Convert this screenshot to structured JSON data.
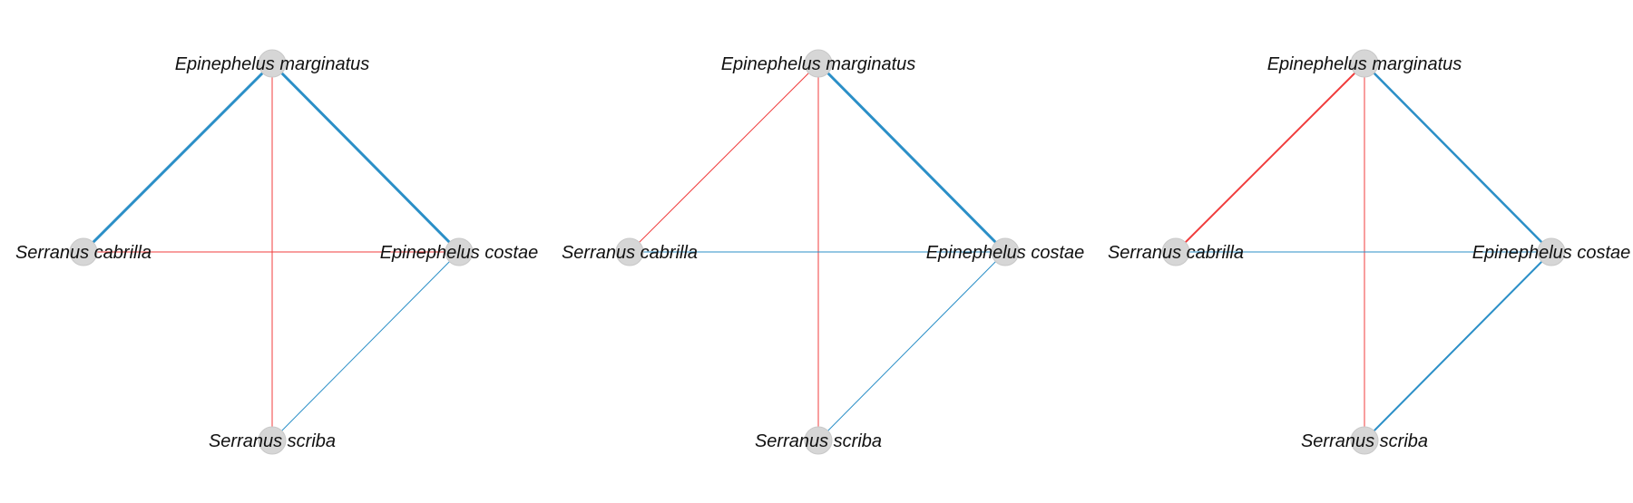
{
  "colors": {
    "positive": "#2b8fc7",
    "negative": "#f03c3c",
    "node_fill": "#d6d6d6",
    "background": "#ffffff"
  },
  "panels": [
    {
      "nodes": [
        {
          "id": "marg",
          "label": "Epinephelus marginatus"
        },
        {
          "id": "cabr",
          "label": "Serranus cabrilla"
        },
        {
          "id": "cost",
          "label": "Epinephelus costae"
        },
        {
          "id": "scri",
          "label": "Serranus scriba"
        }
      ],
      "edges": [
        {
          "source": "marg",
          "target": "cabr",
          "sign": "positive",
          "strength": 3
        },
        {
          "source": "marg",
          "target": "cost",
          "sign": "positive",
          "strength": 3
        },
        {
          "source": "marg",
          "target": "scri",
          "sign": "negative",
          "strength": 1
        },
        {
          "source": "cabr",
          "target": "cost",
          "sign": "negative",
          "strength": 1
        },
        {
          "source": "cost",
          "target": "scri",
          "sign": "positive",
          "strength": 1
        }
      ]
    },
    {
      "nodes": [
        {
          "id": "marg",
          "label": "Epinephelus marginatus"
        },
        {
          "id": "cabr",
          "label": "Serranus cabrilla"
        },
        {
          "id": "cost",
          "label": "Epinephelus costae"
        },
        {
          "id": "scri",
          "label": "Serranus scriba"
        }
      ],
      "edges": [
        {
          "source": "marg",
          "target": "cabr",
          "sign": "negative",
          "strength": 1
        },
        {
          "source": "marg",
          "target": "cost",
          "sign": "positive",
          "strength": 3
        },
        {
          "source": "marg",
          "target": "scri",
          "sign": "negative",
          "strength": 1
        },
        {
          "source": "cabr",
          "target": "cost",
          "sign": "positive",
          "strength": 1
        },
        {
          "source": "cost",
          "target": "scri",
          "sign": "positive",
          "strength": 1
        }
      ]
    },
    {
      "nodes": [
        {
          "id": "marg",
          "label": "Epinephelus marginatus"
        },
        {
          "id": "cabr",
          "label": "Serranus cabrilla"
        },
        {
          "id": "cost",
          "label": "Epinephelus costae"
        },
        {
          "id": "scri",
          "label": "Serranus scriba"
        }
      ],
      "edges": [
        {
          "source": "marg",
          "target": "cabr",
          "sign": "negative",
          "strength": 2
        },
        {
          "source": "marg",
          "target": "cost",
          "sign": "positive",
          "strength": 2.5
        },
        {
          "source": "marg",
          "target": "scri",
          "sign": "negative",
          "strength": 1
        },
        {
          "source": "cabr",
          "target": "cost",
          "sign": "positive",
          "strength": 1
        },
        {
          "source": "cost",
          "target": "scri",
          "sign": "positive",
          "strength": 2
        }
      ]
    }
  ]
}
